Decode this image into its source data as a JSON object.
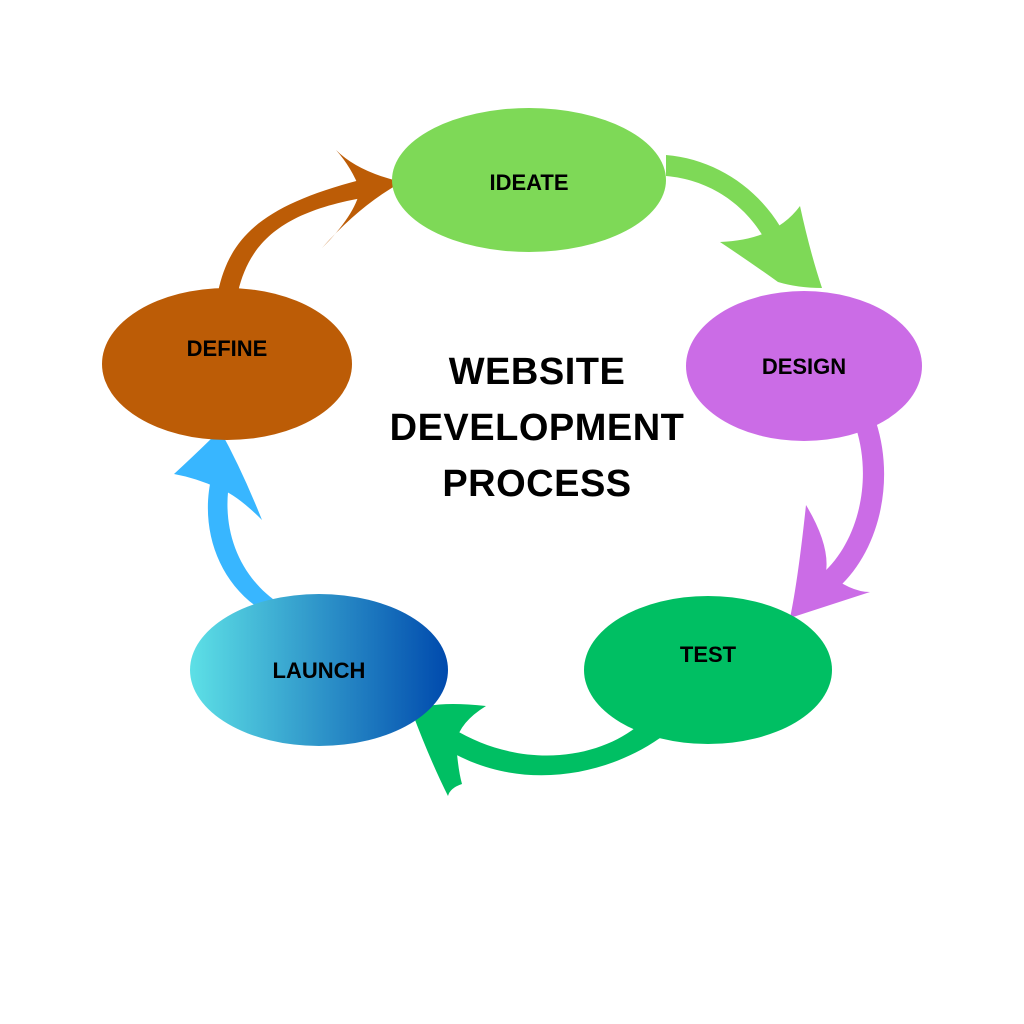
{
  "title_lines": [
    "WEBSITE",
    "DEVELOPMENT",
    "PROCESS"
  ],
  "nodes": [
    {
      "key": "ideate",
      "label": "IDEATE",
      "color": "#7ed957"
    },
    {
      "key": "design",
      "label": "DESIGN",
      "color": "#cb6ce6"
    },
    {
      "key": "test",
      "label": "TEST",
      "color": "#00bf63"
    },
    {
      "key": "launch",
      "label": "LAUNCH",
      "gradient": [
        "#5de0e6",
        "#004aad"
      ]
    },
    {
      "key": "define",
      "label": "DEFINE",
      "color": "#bc5c06"
    }
  ],
  "arrows": [
    {
      "from": "define",
      "to": "ideate",
      "color": "#bc5c06"
    },
    {
      "from": "ideate",
      "to": "design",
      "color": "#7ed957"
    },
    {
      "from": "design",
      "to": "test",
      "color": "#cb6ce6"
    },
    {
      "from": "test",
      "to": "launch",
      "color": "#00bf63"
    },
    {
      "from": "launch",
      "to": "define",
      "color": "#38b6ff"
    }
  ]
}
